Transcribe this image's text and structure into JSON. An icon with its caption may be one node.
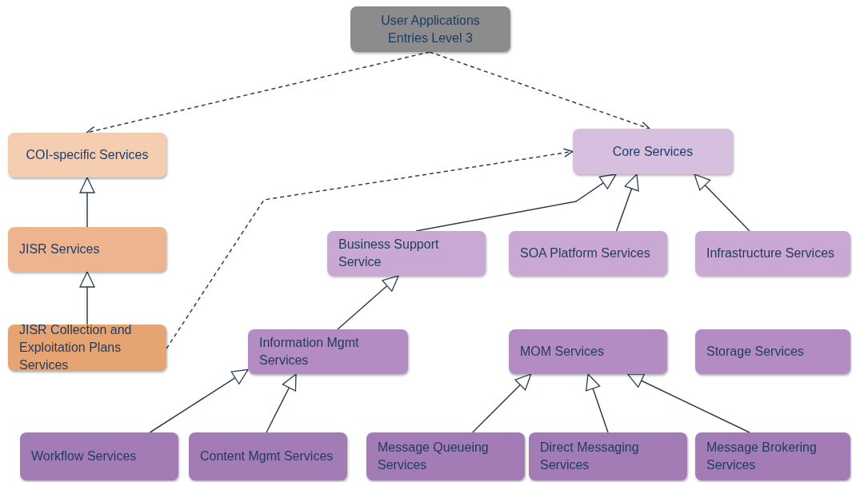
{
  "diagram": {
    "nodes": [
      {
        "text": [
          "User Applications Entries Level 3"
        ]
      },
      {
        "text": [
          "COI-specific Services"
        ]
      },
      {
        "text": [
          "Core Services"
        ]
      },
      {
        "text": [
          "JISR Services"
        ]
      },
      {
        "text": [
          "Business Support Service"
        ]
      },
      {
        "text": [
          "SOA Platform Services"
        ]
      },
      {
        "text": [
          "Infrastructure Services"
        ]
      },
      {
        "text": [
          "JISR Collection and Exploitation Plans Services"
        ]
      },
      {
        "text": [
          "Information Mgmt Services"
        ]
      },
      {
        "text": [
          "MOM Services"
        ]
      },
      {
        "text": [
          "Storage Services"
        ]
      },
      {
        "text": [
          "Workflow Services"
        ]
      },
      {
        "text": [
          "Content Mgmt Services"
        ]
      },
      {
        "text": [
          "Message Queueing Services"
        ]
      },
      {
        "text": [
          "Direct Messaging Services"
        ]
      },
      {
        "text": [
          "Message Brokering Services"
        ]
      }
    ],
    "edges": [
      {
        "from": 0,
        "to": 1,
        "arrow": "to",
        "style": "dashed"
      },
      {
        "from": 0,
        "to": 2,
        "arrow": "to",
        "style": "dashed"
      },
      {
        "from": 7,
        "to": 2,
        "arrow": "to",
        "style": "dashed"
      },
      {
        "from": 3,
        "to": 1,
        "arrow": "to"
      },
      {
        "from": 7,
        "to": 3,
        "arrow": "to"
      },
      {
        "from": 4,
        "to": 2,
        "arrow": "to"
      },
      {
        "from": 5,
        "to": 2,
        "arrow": "to"
      },
      {
        "from": 6,
        "to": 2,
        "arrow": "to"
      },
      {
        "from": 8,
        "to": 4,
        "arrow": "to"
      },
      {
        "from": 11,
        "to": 8,
        "arrow": "to"
      },
      {
        "from": 12,
        "to": 8,
        "arrow": "to"
      },
      {
        "from": 13,
        "to": 9,
        "arrow": "to"
      },
      {
        "from": 14,
        "to": 9,
        "arrow": "to"
      },
      {
        "from": 15,
        "to": 9,
        "arrow": "to"
      }
    ]
  }
}
